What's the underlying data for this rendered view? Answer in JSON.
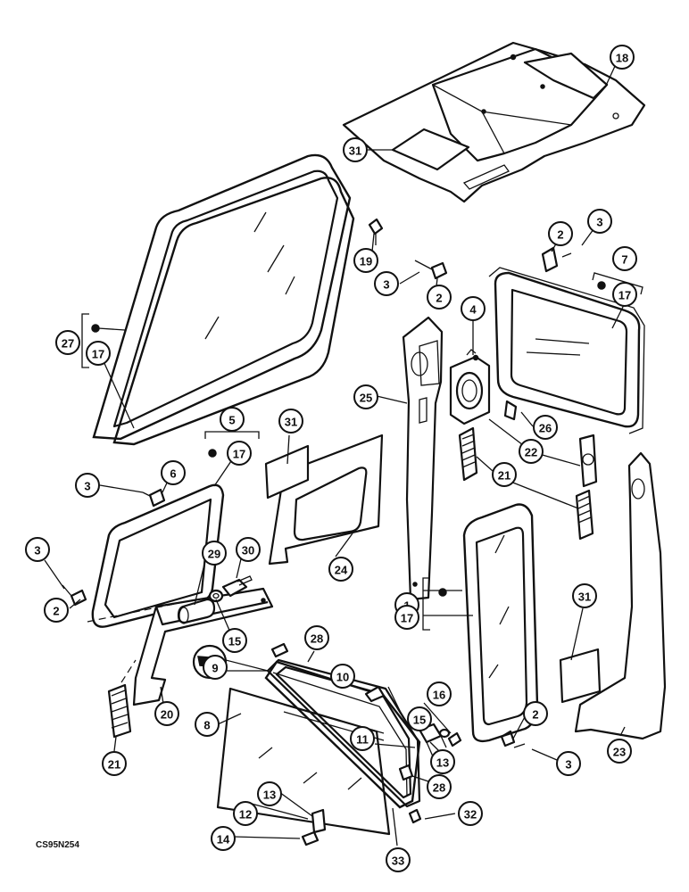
{
  "diagram": {
    "caption": "CS95N254",
    "callouts": [
      {
        "id": "c18",
        "label": "18"
      },
      {
        "id": "c31a",
        "label": "31"
      },
      {
        "id": "c19",
        "label": "19"
      },
      {
        "id": "c3a",
        "label": "3"
      },
      {
        "id": "c2a",
        "label": "2"
      },
      {
        "id": "c2b",
        "label": "2"
      },
      {
        "id": "c3b",
        "label": "3"
      },
      {
        "id": "c7",
        "label": "7"
      },
      {
        "id": "c17a",
        "label": "17"
      },
      {
        "id": "c27",
        "label": "27"
      },
      {
        "id": "c17b",
        "label": "17"
      },
      {
        "id": "c4",
        "label": "4"
      },
      {
        "id": "c25",
        "label": "25"
      },
      {
        "id": "c26",
        "label": "26"
      },
      {
        "id": "c22",
        "label": "22"
      },
      {
        "id": "c5",
        "label": "5"
      },
      {
        "id": "c17c",
        "label": "17"
      },
      {
        "id": "c31b",
        "label": "31"
      },
      {
        "id": "c6",
        "label": "6"
      },
      {
        "id": "c3c",
        "label": "3"
      },
      {
        "id": "c21a",
        "label": "21"
      },
      {
        "id": "c3d",
        "label": "3"
      },
      {
        "id": "c29",
        "label": "29"
      },
      {
        "id": "c30",
        "label": "30"
      },
      {
        "id": "c24",
        "label": "24"
      },
      {
        "id": "c1",
        "label": "1"
      },
      {
        "id": "c17d",
        "label": "17"
      },
      {
        "id": "c2c",
        "label": "2"
      },
      {
        "id": "c15a",
        "label": "15"
      },
      {
        "id": "c31c",
        "label": "31"
      },
      {
        "id": "c28a",
        "label": "28"
      },
      {
        "id": "c9",
        "label": "9"
      },
      {
        "id": "c10",
        "label": "10"
      },
      {
        "id": "c16",
        "label": "16"
      },
      {
        "id": "c15b",
        "label": "15"
      },
      {
        "id": "c11",
        "label": "11"
      },
      {
        "id": "c20",
        "label": "20"
      },
      {
        "id": "c2d",
        "label": "2"
      },
      {
        "id": "c8",
        "label": "8"
      },
      {
        "id": "c13a",
        "label": "13"
      },
      {
        "id": "c21b",
        "label": "21"
      },
      {
        "id": "c3e",
        "label": "3"
      },
      {
        "id": "c23",
        "label": "23"
      },
      {
        "id": "c28b",
        "label": "28"
      },
      {
        "id": "c13b",
        "label": "13"
      },
      {
        "id": "c12",
        "label": "12"
      },
      {
        "id": "c32",
        "label": "32"
      },
      {
        "id": "c14",
        "label": "14"
      },
      {
        "id": "c33",
        "label": "33"
      }
    ]
  }
}
